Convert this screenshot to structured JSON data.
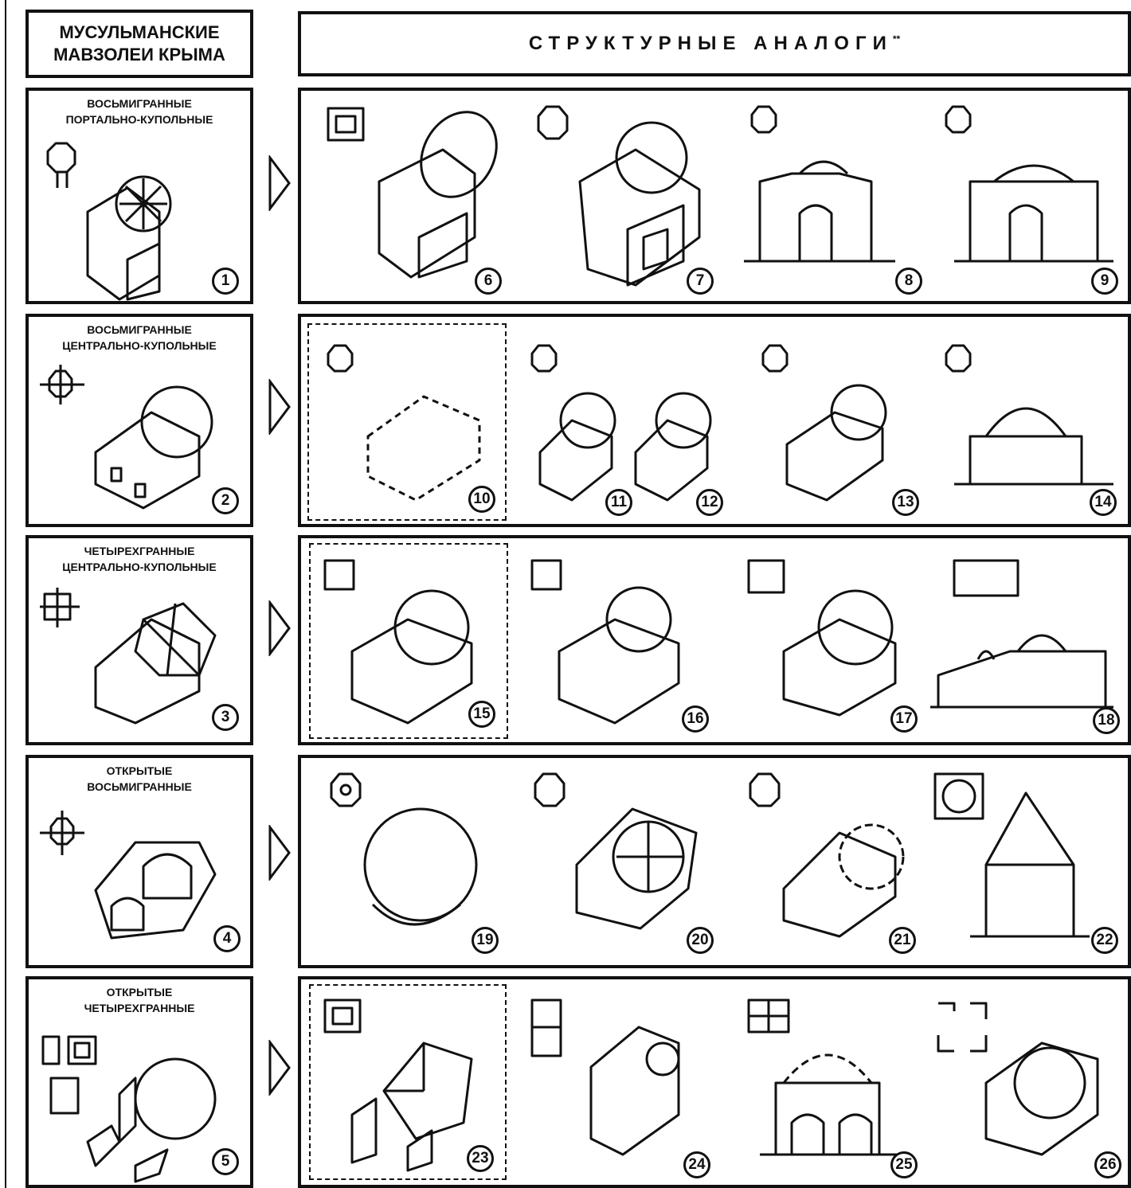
{
  "title": {
    "line1": "МУСУЛЬМАНСКИЕ",
    "line2": "МАВЗОЛЕИ КРЫМА"
  },
  "header": {
    "text": "СТРУКТУРНЫЕ АНАЛОГИ",
    "mark": "**"
  },
  "categories": [
    {
      "line1": "ВОСЬМИГРАННЫЕ",
      "line2": "ПОРТАЛЬНО-КУПОЛЬНЫЕ",
      "number": "1",
      "analogs": [
        "6",
        "7",
        "8",
        "9"
      ]
    },
    {
      "line1": "ВОСЬМИГРАННЫЕ",
      "line2": "ЦЕНТРАЛЬНО-КУПОЛЬНЫЕ",
      "number": "2",
      "analogs": [
        "10",
        "11",
        "12",
        "13",
        "14"
      ]
    },
    {
      "line1": "ЧЕТЫРЕХГРАННЫЕ",
      "line2": "ЦЕНТРАЛЬНО-КУПОЛЬНЫЕ",
      "number": "3",
      "analogs": [
        "15",
        "16",
        "17",
        "18"
      ]
    },
    {
      "line1": "ОТКРЫТЫЕ",
      "line2": "ВОСЬМИГРАННЫЕ",
      "number": "4",
      "analogs": [
        "19",
        "20",
        "21",
        "22"
      ]
    },
    {
      "line1": "ОТКРЫТЫЕ",
      "line2": "ЧЕТЫРЕХГРАННЫЕ",
      "number": "5",
      "analogs": [
        "23",
        "24",
        "25",
        "26"
      ]
    }
  ],
  "icons": [
    "octagon-plan-icon",
    "square-plan-icon",
    "dome-building-icon",
    "arrow-right-icon"
  ]
}
